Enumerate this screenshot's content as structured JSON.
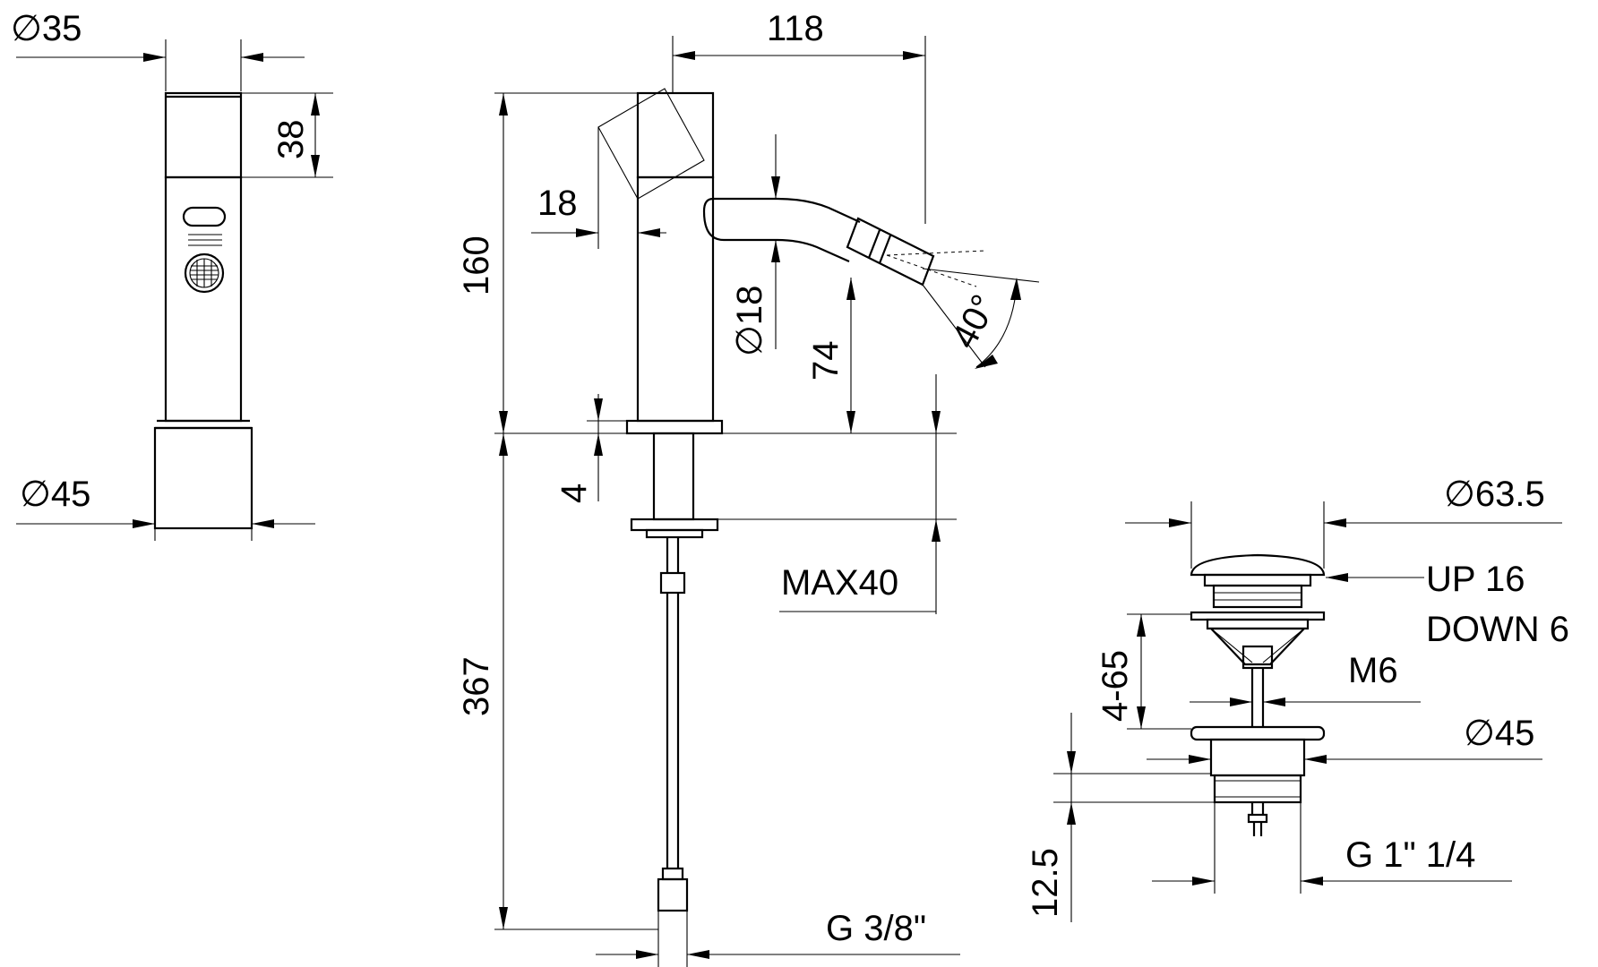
{
  "side_view": {
    "diameter_top": "∅35",
    "handle_height": "38",
    "diameter_base": "∅45"
  },
  "front_view": {
    "width_total": "118",
    "height_total": "160",
    "handle_offset": "18",
    "spout_diameter": "∅18",
    "spout_height": "74",
    "spray_angle": "40°",
    "base_plate": "4",
    "max_deck": "MAX40",
    "hose_length": "367",
    "hose_connection": "G 3/8\""
  },
  "waste_view": {
    "cap_diameter": "∅63.5",
    "travel_up": "UP 16",
    "travel_down": "DOWN 6",
    "adjust_range": "4-65",
    "rod_thread": "M6",
    "flange_diameter": "∅45",
    "flange_height": "12.5",
    "thread": "G 1\" 1/4"
  }
}
